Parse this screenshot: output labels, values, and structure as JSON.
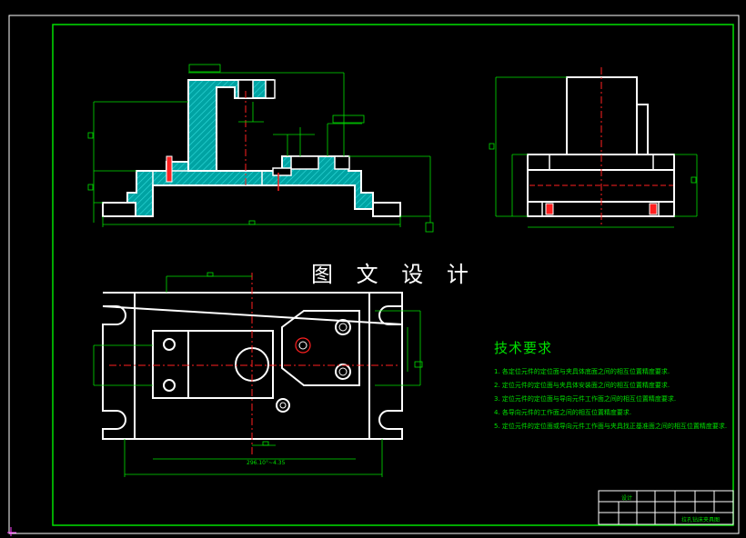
{
  "watermark": "图 文 设 计",
  "technical_requirements": {
    "title": "技术要求",
    "items": [
      "1. 各定位元件的定位面与夹具体底面之间的相互位置精度要求.",
      "2. 定位元件的定位面与夹具体安装面之间的相互位置精度要求.",
      "3. 定位元件的定位面与导向元件工作面之间的相互位置精度要求.",
      "4. 各导向元件的工作面之间的相互位置精度要求.",
      "5. 定位元件的定位面或导向元件工作面与夹具找正基准面之间的相互位置精度要求."
    ]
  },
  "dimension_bottom": "296.10°~4.35",
  "title_block": {
    "designer_label": "设计",
    "drawing_title": "拉孔钻床夹具图"
  },
  "colors": {
    "background": "#000000",
    "outline": "#ffffff",
    "frame": "#00e000",
    "section_fill": "#00a5a5",
    "center_line": "#ff0000",
    "dimension": "#00e000"
  }
}
